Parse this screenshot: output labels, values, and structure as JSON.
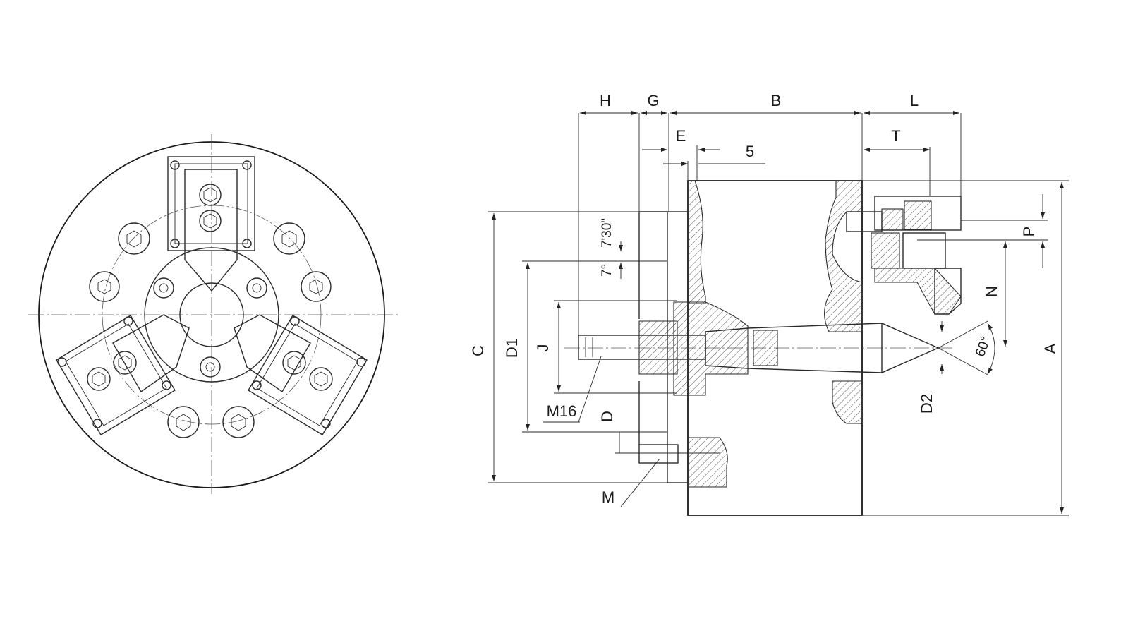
{
  "drawing": {
    "front_view_name": "chuck-front-view",
    "side_view_name": "chuck-section-view"
  },
  "labels": {
    "H": "H",
    "G": "G",
    "B": "B",
    "L": "L",
    "E": "E",
    "five": "5",
    "T": "T",
    "P": "P",
    "N": "N",
    "A": "A",
    "C": "C",
    "D1": "D1",
    "J": "J",
    "M16": "M16",
    "D": "D",
    "M": "M",
    "D2": "D2",
    "angle60": "60°",
    "angle7": "7°",
    "angle730": "7'30\""
  }
}
